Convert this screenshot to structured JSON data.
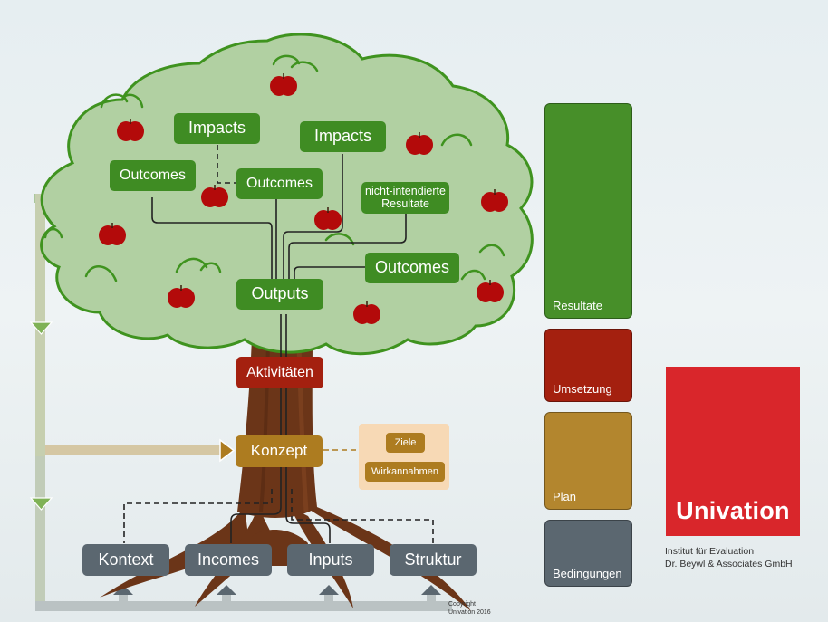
{
  "diagram": {
    "title": "Programmbaum (Univation)",
    "crown_nodes": {
      "impacts_left": "Impacts",
      "impacts_right": "Impacts",
      "outcomes_left": "Outcomes",
      "outcomes_center": "Outcomes",
      "outcomes_right": "Outcomes",
      "unintended_results": "nicht-intendierte Resultate",
      "outputs": "Outputs"
    },
    "trunk_nodes": {
      "activities": "Aktivitäten",
      "concept": "Konzept"
    },
    "concept_details": [
      "Ziele",
      "Wirkannahmen"
    ],
    "root_nodes": [
      "Kontext",
      "Incomes",
      "Inputs",
      "Struktur"
    ]
  },
  "legend": [
    {
      "label": "Resultate",
      "color": "#478f29"
    },
    {
      "label": "Umsetzung",
      "color": "#a4200f"
    },
    {
      "label": "Plan",
      "color": "#b3862e"
    },
    {
      "label": "Bedingungen",
      "color": "#5b6770"
    }
  ],
  "logo": {
    "name": "Univation",
    "subtitle_line1": "Institut für Evaluation",
    "subtitle_line2": "Dr. Beywl & Associates GmbH",
    "color": "#d9262b"
  },
  "copyright": {
    "line1": "Copyright",
    "line2": "Univation 2016"
  },
  "colors": {
    "crown_fill": "#b1d0a2",
    "crown_outline": "#3f931f",
    "trunk": "#6b3518",
    "apple": "#b30a0a",
    "result_node": "#3f8c23"
  }
}
